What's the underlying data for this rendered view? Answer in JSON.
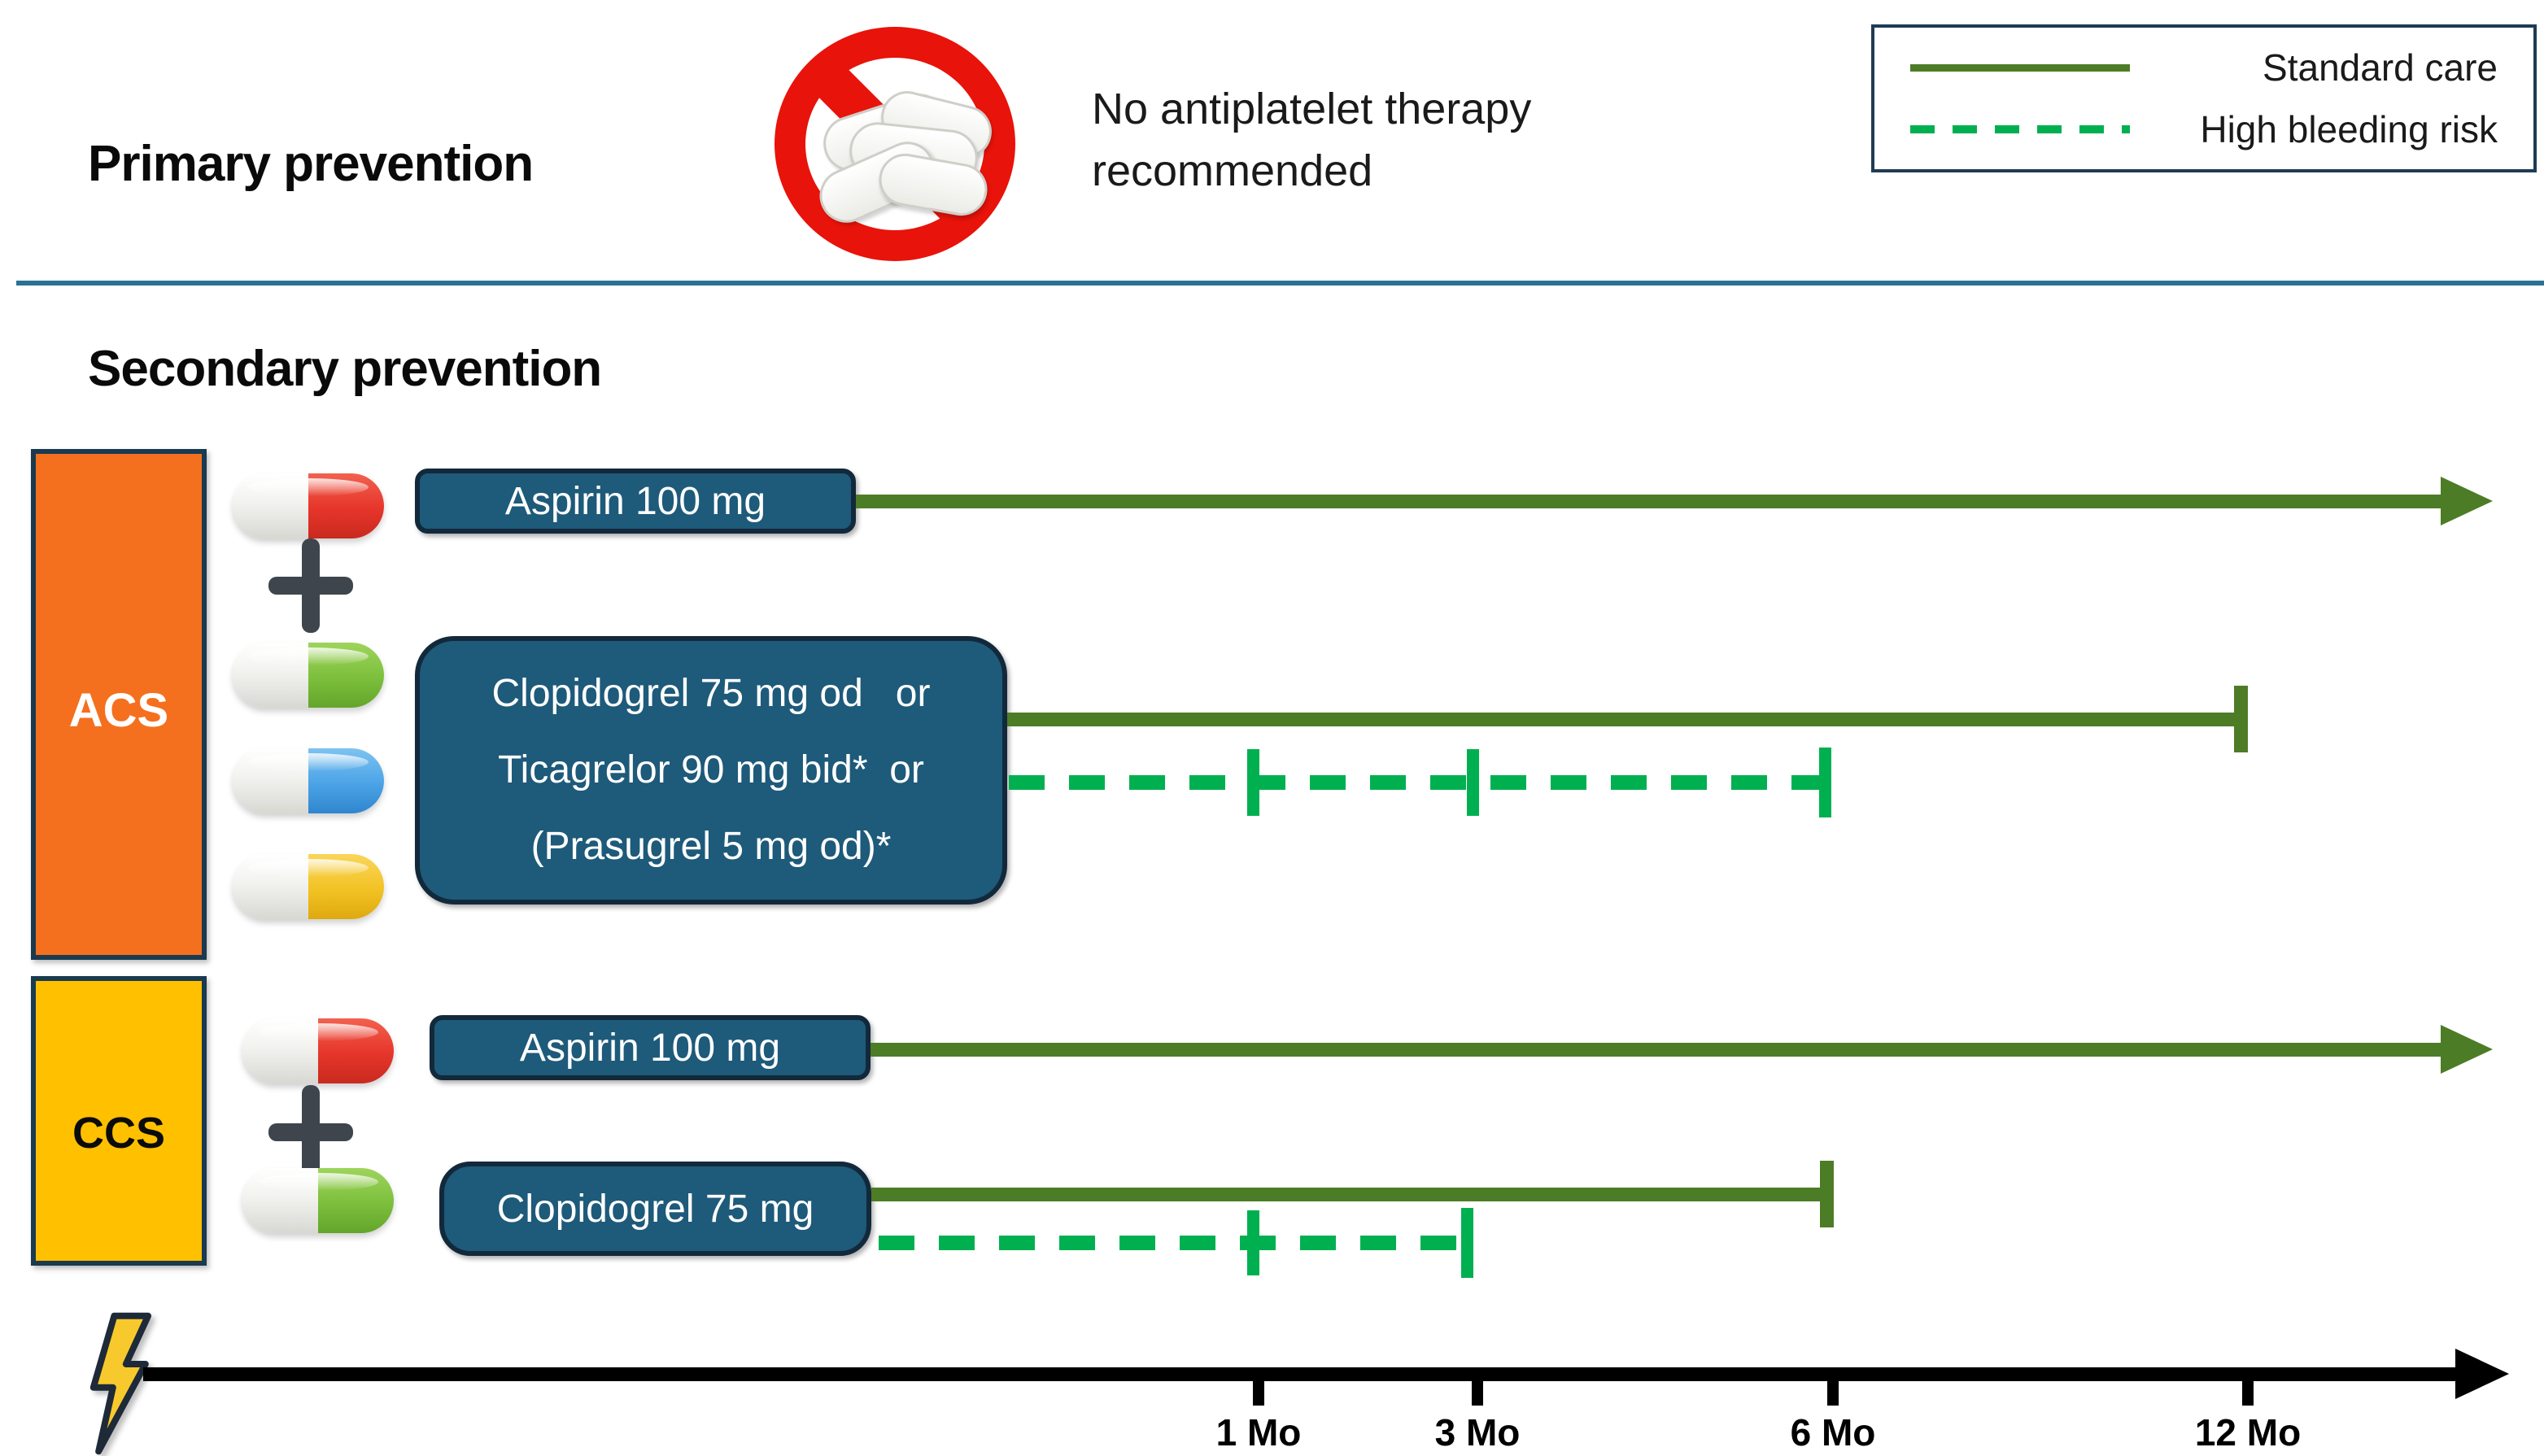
{
  "header": {
    "primary_heading": "Primary prevention",
    "no_therapy_line1": "No antiplatelet therapy",
    "no_therapy_line2": "recommended"
  },
  "legend": {
    "items": [
      {
        "label": "Standard care",
        "line_style": "solid",
        "color": "#4D7C27"
      },
      {
        "label": "High bleeding risk",
        "line_style": "dashed",
        "color": "#00B050"
      }
    ]
  },
  "secondary_heading": "Secondary prevention",
  "groups": {
    "acs": {
      "label": "ACS",
      "aspirin": {
        "label": "Aspirin 100 mg",
        "standard_line": "ongoing arrow past 12 Mo"
      },
      "p2y12": {
        "line1": "Clopidogrel 75 mg od   or",
        "line2": "Ticagrelor 90 mg bid*  or",
        "line3": "(Prasugrel 5 mg od)*",
        "standard_ends_at": "12 Mo",
        "high_bleeding_risk_ends_at": "6 Mo",
        "high_bleeding_risk_ticks_at": [
          "1 Mo",
          "3 Mo"
        ]
      }
    },
    "ccs": {
      "label": "CCS",
      "aspirin": {
        "label": "Aspirin 100 mg",
        "standard_line": "ongoing arrow past 12 Mo"
      },
      "p2y12": {
        "label": "Clopidogrel 75 mg",
        "standard_ends_at": "6 Mo",
        "high_bleeding_risk_ends_at": "3 Mo",
        "high_bleeding_risk_ticks_at": [
          "1 Mo"
        ]
      }
    }
  },
  "timeline": {
    "ticks": [
      {
        "label": "1 Mo"
      },
      {
        "label": "3 Mo"
      },
      {
        "label": "6 Mo"
      },
      {
        "label": "12 Mo"
      }
    ]
  },
  "icons": {
    "no_pills": "no-pills-icon",
    "capsules": [
      "capsule-red-icon",
      "capsule-green-icon",
      "capsule-blue-icon",
      "capsule-yellow-icon"
    ],
    "plus": "plus-icon",
    "lightning": "lightning-bolt-icon",
    "arrows": [
      "green-arrowhead-icon",
      "black-arrowhead-icon"
    ]
  },
  "colors": {
    "prohibition_red": "#E8130A",
    "standard_care_green": "#4D7C27",
    "high_bleeding_risk_green": "#00B050",
    "therapy_box_teal": "#1E5A7A",
    "box_border_navy": "#12293B",
    "acs_orange": "#F4701E",
    "ccs_gold": "#FFC000",
    "divider_blue": "#2B7194",
    "timeline_black": "#000000",
    "plus_gray": "#3E454D"
  }
}
